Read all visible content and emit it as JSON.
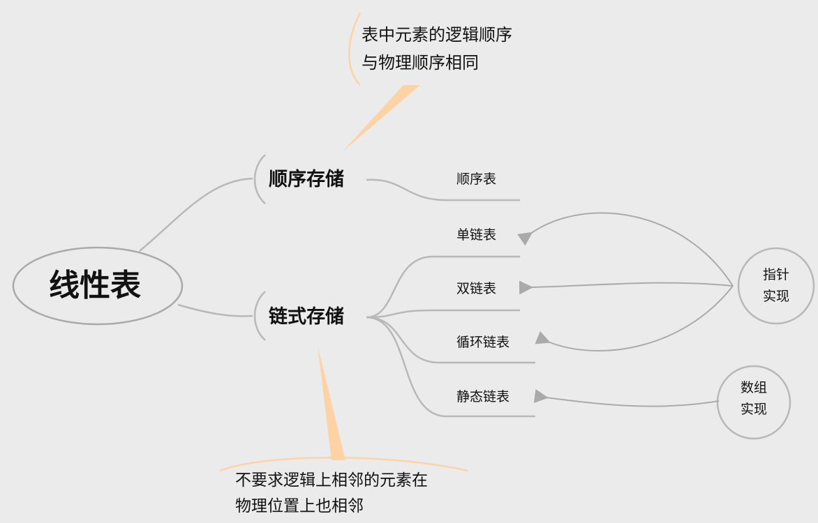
{
  "root": {
    "label": "线性表"
  },
  "branches": [
    {
      "label": "顺序存储",
      "children": [
        "顺序表"
      ],
      "note": [
        "表中元素的逻辑顺序",
        "与物理顺序相同"
      ]
    },
    {
      "label": "链式存储",
      "children": [
        "单链表",
        "双链表",
        "循环链表",
        "静态链表"
      ],
      "note": [
        "不要求逻辑上相邻的元素在",
        "物理位置上也相邻"
      ]
    }
  ],
  "implementations": [
    {
      "lines": [
        "指针",
        "实现"
      ]
    },
    {
      "lines": [
        "数组",
        "实现"
      ]
    }
  ],
  "colors": {
    "background": "#ebebeb",
    "line": "#b5b5b5",
    "callout": "#fdd3a5",
    "text": "#111111"
  }
}
